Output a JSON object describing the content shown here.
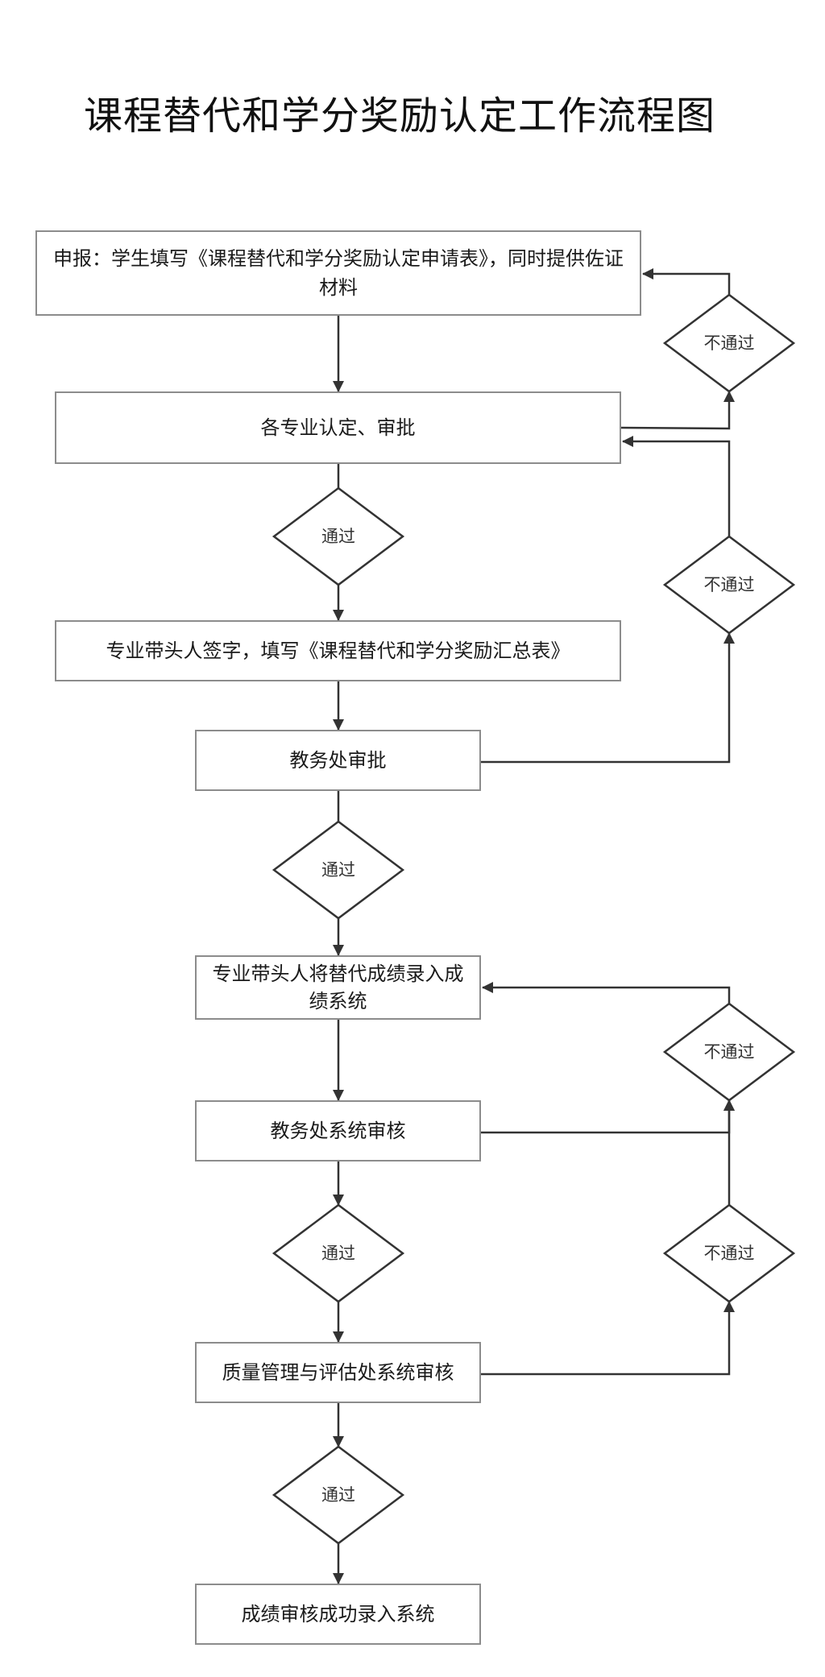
{
  "title": "课程替代和学分奖励认定工作流程图",
  "nodes": {
    "apply": "申报：学生填写《课程替代和学分奖励认定申请表》，同时提供佐证材料",
    "major_review": "各专业认定、审批",
    "sign_fill": "专业带头人签字，填写《课程替代和学分奖励汇总表》",
    "academic_approve": "教务处审批",
    "enter_grades": "专业带头人将替代成绩录入成绩系统",
    "academic_system_check": "教务处系统审核",
    "quality_check": "质量管理与评估处系统审核",
    "success": "成绩审核成功录入系统"
  },
  "decisions": {
    "pass": "通过",
    "fail": "不通过"
  },
  "colors": {
    "line": "#333333",
    "box_border": "#8c8c8c",
    "text": "#1a1a1a"
  }
}
